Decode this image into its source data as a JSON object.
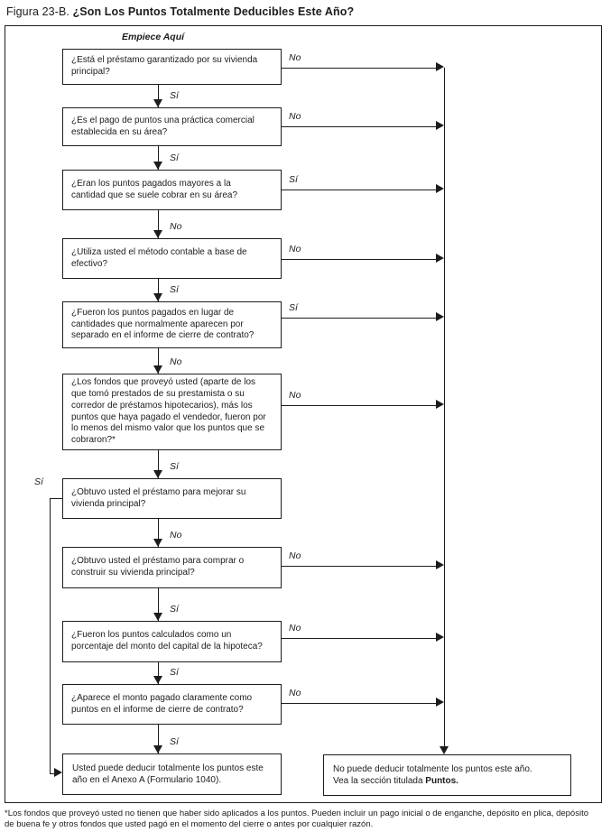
{
  "title": {
    "label": "Figura 23-B.",
    "heading": "¿Son Los Puntos Totalmente Deducibles Este Año?"
  },
  "start_label": "Empiece Aquí",
  "colors": {
    "ink": "#1c1c1c",
    "background": "#ffffff"
  },
  "questions": [
    {
      "text": "¿Está el préstamo garantizado por su vivienda\nprincipal?",
      "down_label": "Sí",
      "right_label": "No"
    },
    {
      "text": "¿Es el pago de puntos una práctica comercial\nestablecida en su área?",
      "down_label": "Sí",
      "right_label": "No"
    },
    {
      "text": "¿Eran los puntos pagados mayores a la\ncantidad que se suele cobrar en su área?",
      "down_label": "No",
      "right_label": "Sí"
    },
    {
      "text": "¿Utiliza usted el método contable a base de\nefectivo?",
      "down_label": "Sí",
      "right_label": "No"
    },
    {
      "text": "¿Fueron los puntos pagados en lugar de\ncantidades que normalmente aparecen por\nseparado en el informe de cierre de contrato?",
      "down_label": "No",
      "right_label": "Sí"
    },
    {
      "text": "¿Los fondos que proveyó usted (aparte de los\nque tomó prestados de su prestamista o su\ncorredor de préstamos hipotecarios), más los\npuntos que haya pagado el vendedor, fueron por\nlo menos del mismo valor que los puntos que se\ncobraron?*",
      "down_label": "Sí",
      "right_label": "No"
    },
    {
      "text": "¿Obtuvo usted el préstamo para mejorar su\nvivienda principal?",
      "down_label": "No",
      "left_label": "Sí"
    },
    {
      "text": "¿Obtuvo usted el préstamo para comprar o\nconstruir su vivienda principal?",
      "down_label": "Sí",
      "right_label": "No"
    },
    {
      "text": "¿Fueron los puntos calculados como un\nporcentaje del monto del capital de la hipoteca?",
      "down_label": "Sí",
      "right_label": "No"
    },
    {
      "text": "¿Aparece el monto pagado claramente como\npuntos en el informe de cierre de contrato?",
      "down_label": "Sí",
      "right_label": "No"
    }
  ],
  "results": {
    "deductible": "Usted puede deducir totalmente los puntos este\naño en el Anexo A (Formulario 1040).",
    "not_deductible_line1": "No puede deducir totalmente los puntos este año.",
    "not_deductible_line2_prefix": "Vea la sección titulada ",
    "not_deductible_line2_bold": "Puntos."
  },
  "footnote": "*Los fondos que proveyó usted no tienen que haber sido aplicados a los puntos. Pueden incluir un pago inicial o de enganche, depósito en plica, depósito\nde buena fe y otros fondos que usted pagó en el momento del cierre o antes por cualquier razón."
}
